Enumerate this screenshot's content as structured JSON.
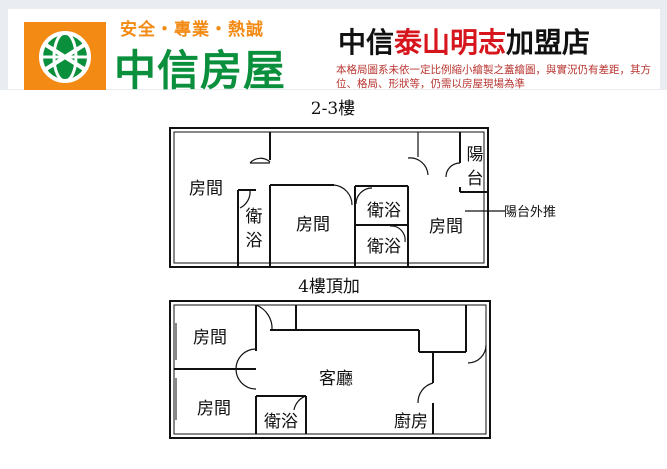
{
  "header": {
    "slogan": "安全・專業・熱誠",
    "brand": "中信房屋",
    "store_prefix": "中信",
    "store_highlight": "泰山明志",
    "store_suffix": "加盟店",
    "disclaimer": "本格局圖系未依一定比例縮小繪製之蓋繪圖，與實況仍有差距，其方位、格局、形狀等，仍需以房屋現場為準",
    "colors": {
      "slogan": "#f28a14",
      "brand": "#0a8f3c",
      "highlight": "#d6161c",
      "disclaimer": "#b8342f"
    },
    "logo_icon": "globe-logo-icon"
  },
  "floor_2_3": {
    "title": "2-3樓",
    "rooms": {
      "room_left": "房間",
      "bath_left_top": "衛",
      "bath_left_bottom": "浴",
      "room_center": "房間",
      "bath_upper": "衛浴",
      "bath_lower": "衛浴",
      "room_right": "房間",
      "balcony_top": "陽",
      "balcony_bottom": "台"
    },
    "note": "陽台外推"
  },
  "floor_4": {
    "title": "4樓頂加",
    "rooms": {
      "room_upper": "房間",
      "living": "客廳",
      "room_lower": "房間",
      "bath": "衛浴",
      "kitchen": "廚房"
    }
  }
}
